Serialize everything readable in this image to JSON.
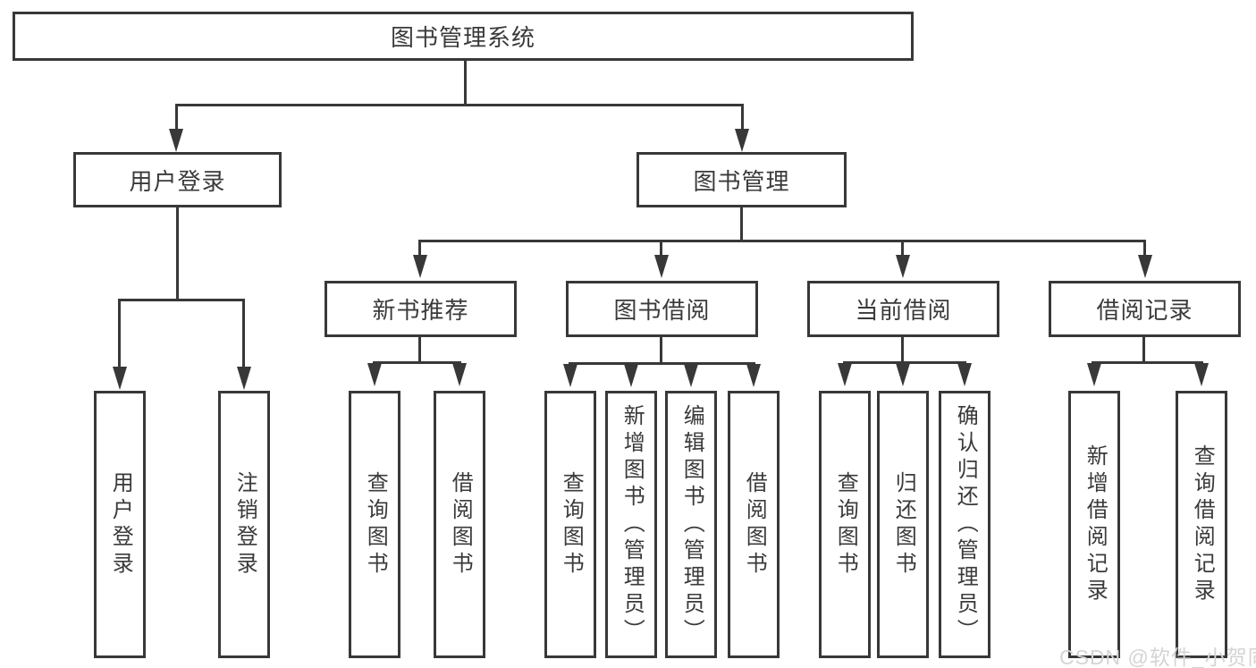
{
  "tree": {
    "root_label": "图书管理系统",
    "children": [
      {
        "label": "用户登录",
        "children": [
          {
            "label": "用户登录"
          },
          {
            "label": "注销登录"
          }
        ]
      },
      {
        "label": "图书管理",
        "children": [
          {
            "label": "新书推荐",
            "children": [
              {
                "label": "查询图书"
              },
              {
                "label": "借阅图书"
              }
            ]
          },
          {
            "label": "图书借阅",
            "children": [
              {
                "label": "查询图书"
              },
              {
                "label": "新增图书（管理员）"
              },
              {
                "label": "编辑图书（管理员）"
              },
              {
                "label": "借阅图书"
              }
            ]
          },
          {
            "label": "当前借阅",
            "children": [
              {
                "label": "查询图书"
              },
              {
                "label": "归还图书"
              },
              {
                "label": "确认归还（管理员）"
              }
            ]
          },
          {
            "label": "借阅记录",
            "children": [
              {
                "label": "新增借阅记录"
              },
              {
                "label": "查询借阅记录"
              }
            ]
          }
        ]
      }
    ]
  },
  "watermark": {
    "text": "CSDN @软件_小贺同学"
  },
  "colors": {
    "line": "#383838",
    "text": "#3a3a3a",
    "background": "#ffffff",
    "watermark": "#d4d4d4"
  }
}
